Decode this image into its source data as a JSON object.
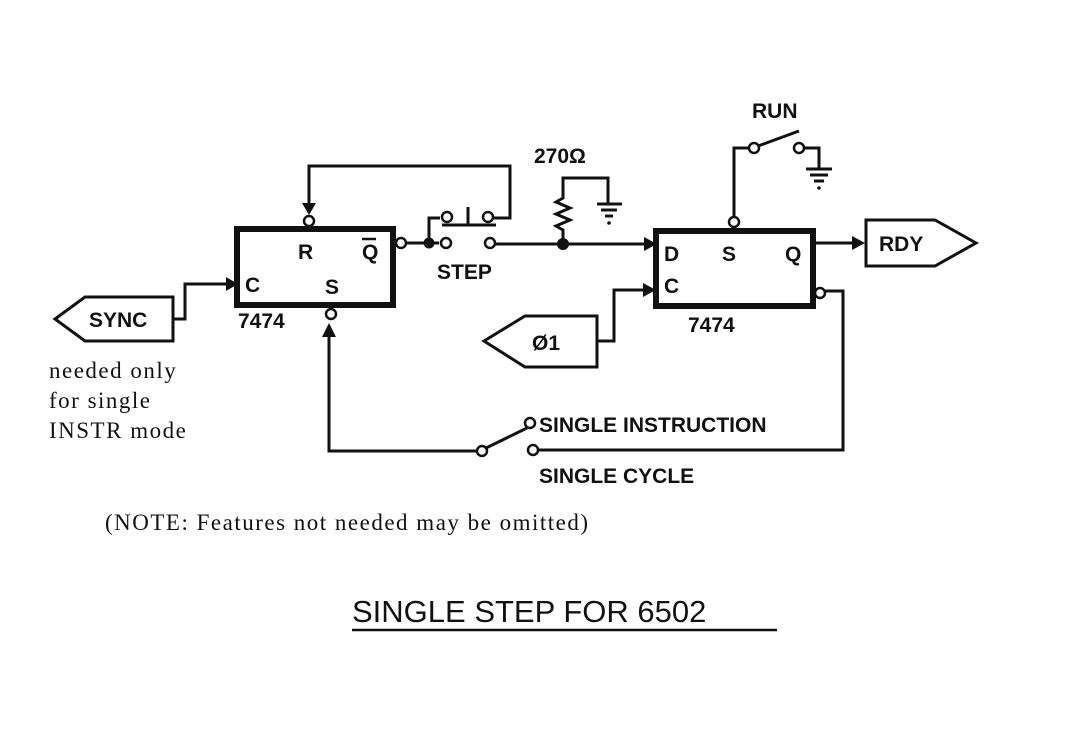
{
  "diagram": {
    "title": "SINGLE STEP FOR 6502",
    "note": "(NOTE:  Features not needed may be omitted)",
    "side_note": [
      "needed only",
      "for single",
      "INSTR mode"
    ],
    "flipflop1": {
      "part": "7474",
      "pins": {
        "r": "R",
        "qbar": "Q",
        "c": "C",
        "s": "S"
      }
    },
    "flipflop2": {
      "part": "7474",
      "pins": {
        "d": "D",
        "s": "S",
        "q": "Q",
        "c": "C"
      }
    },
    "inputs": {
      "sync": "SYNC",
      "phi1": "Ø1"
    },
    "outputs": {
      "rdy": "RDY"
    },
    "switches": {
      "step": "STEP",
      "run": "RUN",
      "single_instruction": "SINGLE INSTRUCTION",
      "single_cycle": "SINGLE CYCLE"
    },
    "resistor": "270Ω"
  }
}
